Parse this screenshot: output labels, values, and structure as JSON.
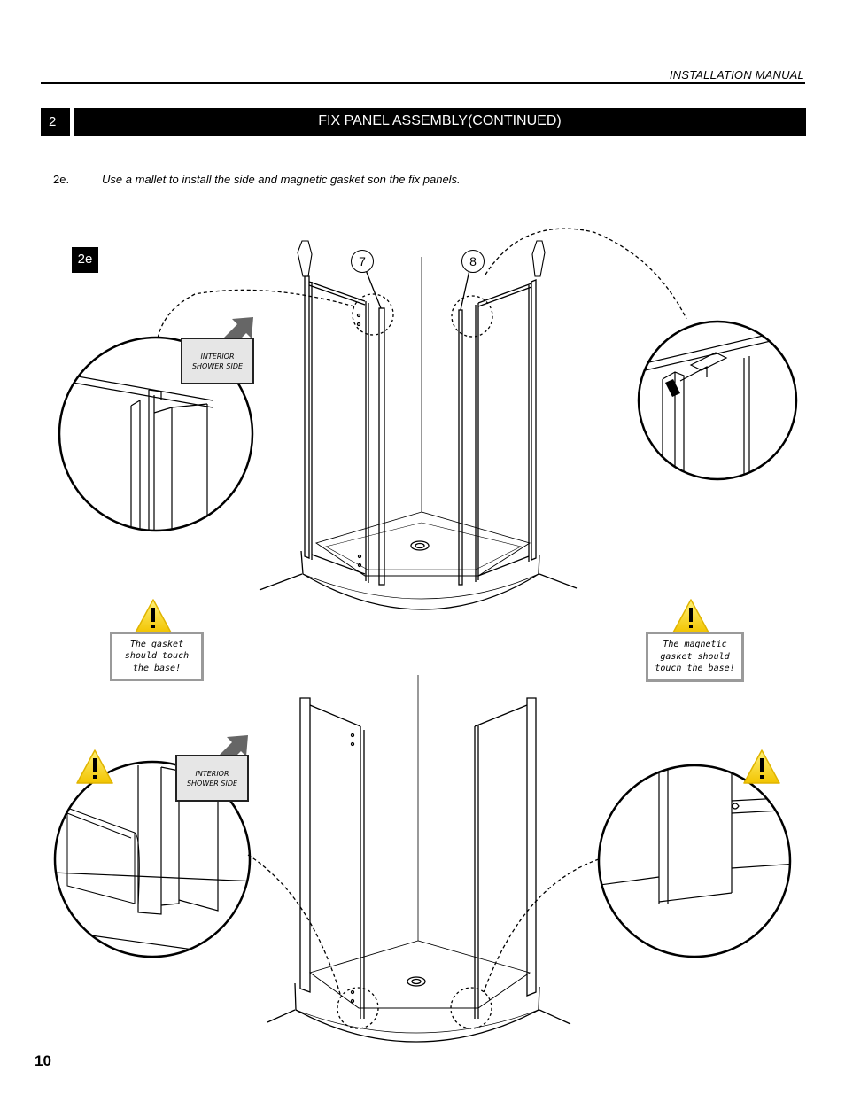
{
  "header": {
    "label": "INSTALLATION MANUAL"
  },
  "section": {
    "number": "2",
    "title": "FIX PANEL ASSEMBLY(CONTINUED)"
  },
  "step": {
    "number": "2e.",
    "instruction": "Use a mallet to install the side and magnetic gasket son the fix panels."
  },
  "figure": {
    "tag": "2e",
    "callouts": [
      "7",
      "8"
    ],
    "interior_label_top": [
      "INTERIOR",
      "SHOWER SIDE"
    ],
    "interior_label_bottom": [
      "INTERIOR",
      "SHOWER SIDE"
    ],
    "warning_left": "The gasket should touch the base!",
    "warning_right": "The magnetic gasket should touch the base!"
  },
  "colors": {
    "warning_yellow": "#f7d21c",
    "label_gray": "#e6e6e6",
    "bar": "#000000"
  },
  "icons": [
    "warning-triangle-icon",
    "arrow-icon"
  ],
  "footer": {
    "page_number": "10"
  }
}
